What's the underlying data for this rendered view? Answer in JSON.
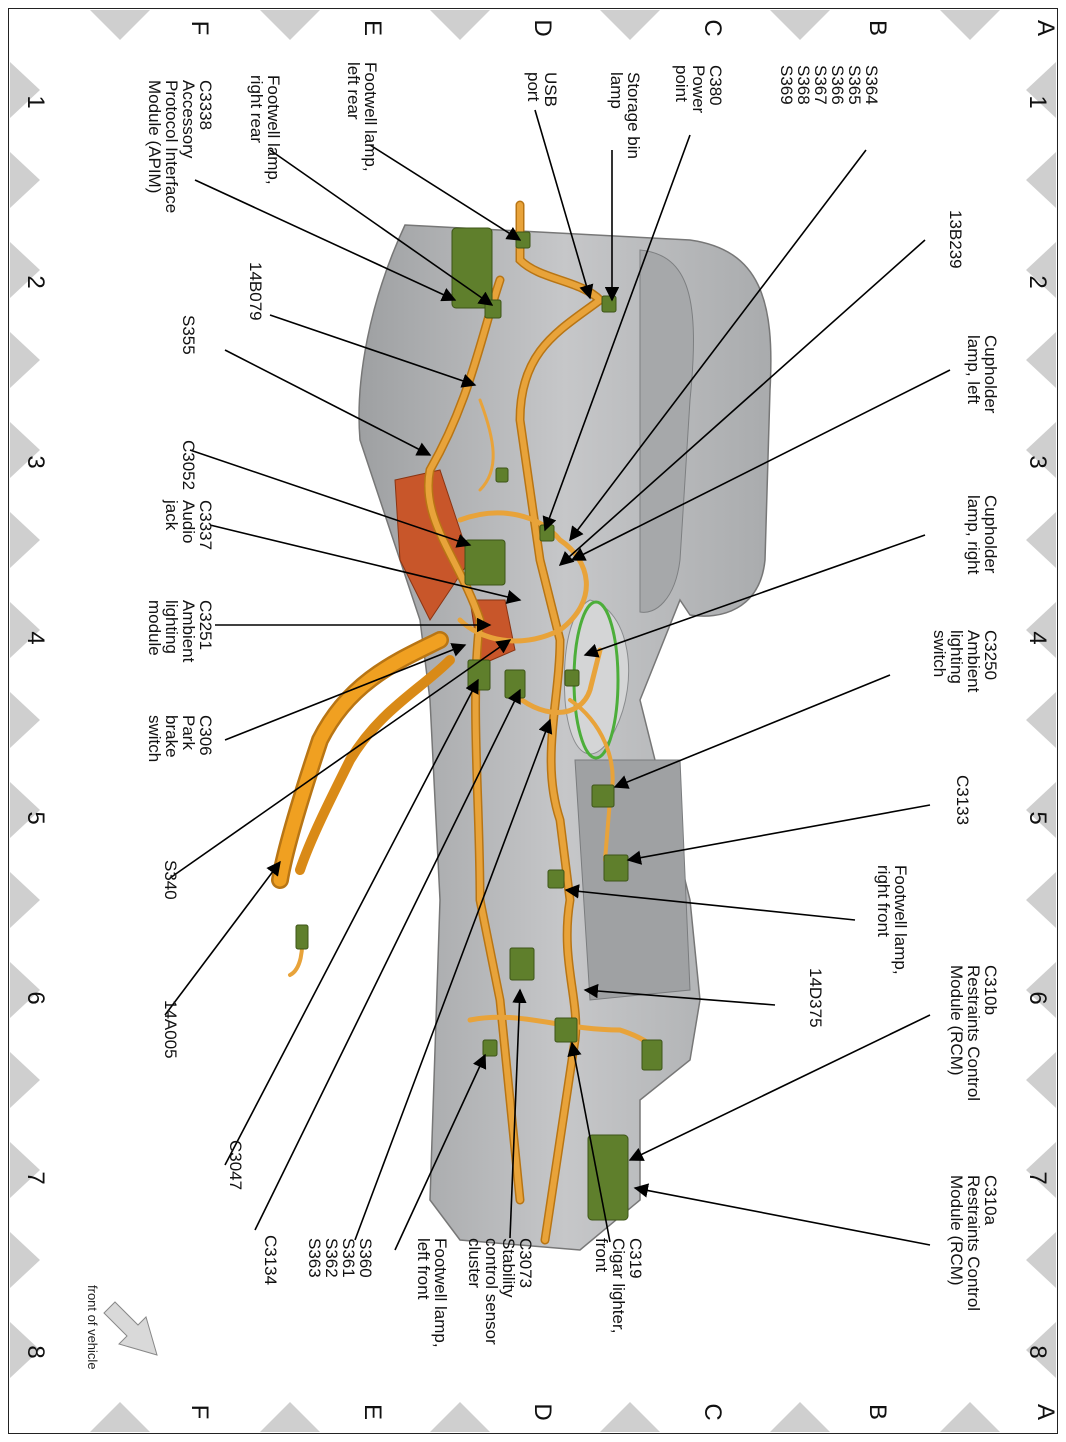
{
  "grid": {
    "letters": [
      "A",
      "B",
      "C",
      "D",
      "E",
      "F"
    ],
    "numbers": [
      "1",
      "2",
      "3",
      "4",
      "5",
      "6",
      "7",
      "8"
    ]
  },
  "labels": [
    [
      "S364",
      "S365",
      "S366",
      "S367",
      "S368",
      "S369"
    ],
    [
      "C380",
      "Power",
      "point"
    ],
    [
      "Storage bin",
      "lamp"
    ],
    [
      "USB",
      "port"
    ],
    [
      "Footwell lamp,",
      "left rear"
    ],
    [
      "Footwell lamp,",
      "right rear"
    ],
    [
      "C3338",
      "Accessory",
      "Protocol Interface",
      "Module (APIM)"
    ],
    [
      "13B239"
    ],
    [
      "Cupholder",
      "lamp, left"
    ],
    [
      "Cupholder",
      "lamp, right"
    ],
    [
      "C3250",
      "Ambient",
      "lighting",
      "switch"
    ],
    [
      "C3133"
    ],
    [
      "Footwell lamp,",
      "right front"
    ],
    [
      "14D375"
    ],
    [
      "C310b",
      "Restraints Control",
      "Module (RCM)"
    ],
    [
      "C310a",
      "Restraints Control",
      "Module (RCM)"
    ],
    [
      "14B079"
    ],
    [
      "S355"
    ],
    [
      "C3052"
    ],
    [
      "C3337",
      "Audio",
      "jack"
    ],
    [
      "C3251",
      "Ambient",
      "lighting",
      "module"
    ],
    [
      "C306",
      "Park",
      "brake",
      "switch"
    ],
    [
      "S340"
    ],
    [
      "14A005"
    ],
    [
      "C3047"
    ],
    [
      "C3134"
    ],
    [
      "S360",
      "S361",
      "S362",
      "S363"
    ],
    [
      "Footwell lamp,",
      "left front"
    ],
    [
      "C3073",
      "Stability",
      "control sensor",
      "cluster"
    ],
    [
      "C319",
      "Cigar lighter,",
      "front"
    ]
  ],
  "front_of_vehicle": "front of vehicle",
  "colors": {
    "console": "#b9babc",
    "console_shade": "#8f9193",
    "harness": "#e8a33a",
    "harness_dark": "#b87514",
    "connector": "#5f7f2c",
    "bracket": "#c8562a",
    "triangle": "#cfcfcf"
  }
}
